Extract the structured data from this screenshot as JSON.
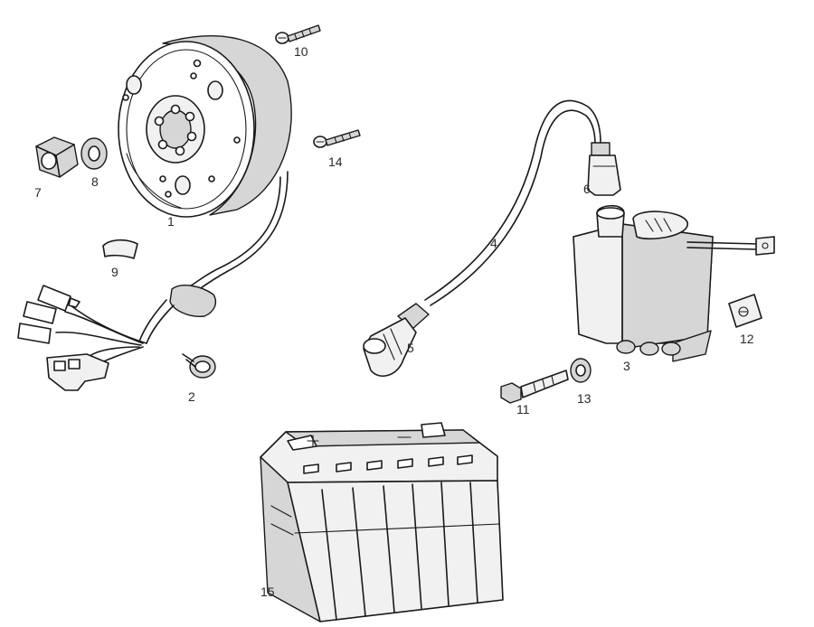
{
  "parts": [
    {
      "id": "flywheel",
      "callout": "1"
    },
    {
      "id": "clamp",
      "callout": "2"
    },
    {
      "id": "cdi-unit",
      "callout": "3"
    },
    {
      "id": "hv-cable",
      "callout": "4"
    },
    {
      "id": "spark-plug-cap",
      "callout": "5"
    },
    {
      "id": "cable-boot",
      "callout": "6"
    },
    {
      "id": "nut",
      "callout": "7"
    },
    {
      "id": "washer",
      "callout": "8"
    },
    {
      "id": "key",
      "callout": "9"
    },
    {
      "id": "screw-top",
      "callout": "10"
    },
    {
      "id": "bolt",
      "callout": "11"
    },
    {
      "id": "clip",
      "callout": "12"
    },
    {
      "id": "washer-small",
      "callout": "13"
    },
    {
      "id": "screw-mid",
      "callout": "14"
    },
    {
      "id": "battery",
      "callout": "15"
    }
  ],
  "colors": {
    "line": "#1a1a1a",
    "light": "#f1f1f1",
    "mid": "#d6d6d6",
    "dark": "#a9a9a9",
    "label": "#2a2a2a"
  }
}
